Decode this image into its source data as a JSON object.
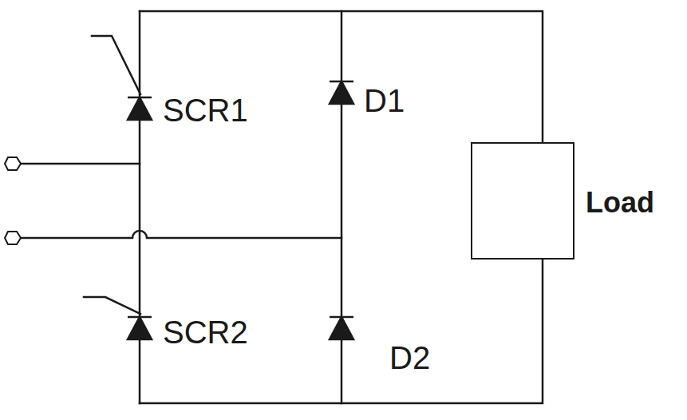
{
  "diagram": {
    "nodes": [
      {
        "text": [
          "Load"
        ]
      }
    ],
    "labels": [
      "SCR1",
      "D1",
      "SCR2",
      "D2"
    ]
  }
}
